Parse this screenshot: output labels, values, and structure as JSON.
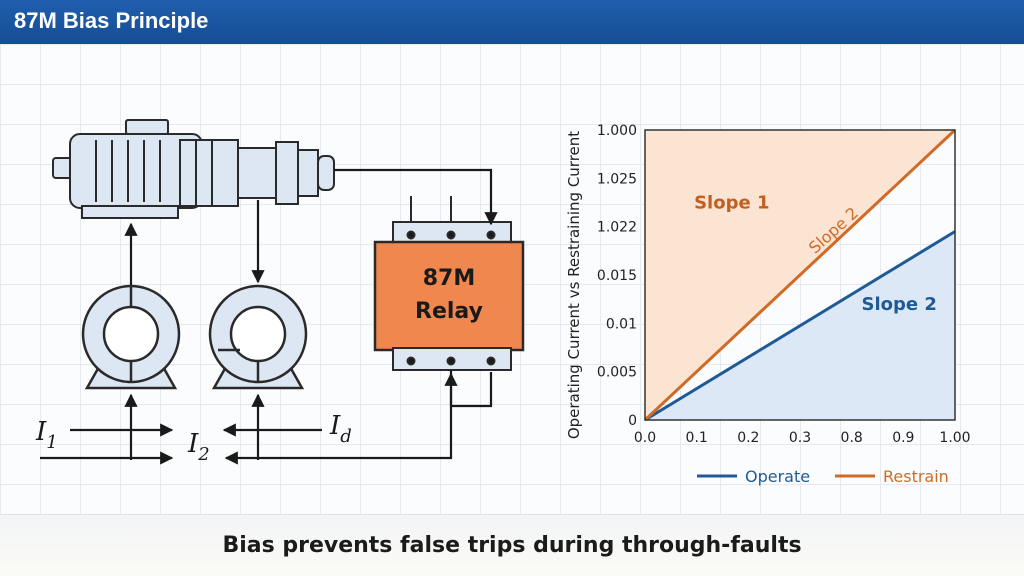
{
  "header": {
    "title": "87M Bias Principle"
  },
  "diagram": {
    "relay_line1": "87M",
    "relay_line2": "Relay",
    "current_labels": {
      "i1": {
        "sym": "I",
        "sub": "1"
      },
      "i2": {
        "sym": "I",
        "sub": "2"
      },
      "id": {
        "sym": "I",
        "sub": "d"
      }
    }
  },
  "chart_data": {
    "type": "line",
    "ylabel": "Operating Current vs Restraining Current",
    "xlabel": "",
    "x_tick_labels": [
      "0.0",
      "0.1",
      "0.2",
      "0.3",
      "0.8",
      "0.9",
      "1.00"
    ],
    "y_tick_labels": [
      "0",
      "0.005",
      "0.01",
      "0.015",
      "1.022",
      "1.025",
      "1.000"
    ],
    "x_range": [
      0,
      1
    ],
    "y_range": [
      0,
      1
    ],
    "series": [
      {
        "name": "Operate",
        "color": "#1f5a96",
        "x": [
          0,
          1
        ],
        "y": [
          0,
          0.65
        ]
      },
      {
        "name": "Restrain",
        "color": "#cf6b27",
        "x": [
          0,
          1
        ],
        "y": [
          0,
          1
        ]
      }
    ],
    "region_labels": {
      "upper": "Slope 1",
      "on_restrain_line": "Slope 2",
      "lower": "Slope 2"
    },
    "legend": {
      "placement": "bottom"
    },
    "grid": false
  },
  "footer": {
    "caption": "Bias prevents false trips during through-faults"
  },
  "colors": {
    "header": "#1b56a3",
    "equipment_fill": "#dde7f3",
    "equipment_stroke": "#2a2a2a",
    "relay_fill": "#f0874f",
    "restrain_region": "#fbe4d2",
    "operate_region": "#dce8f5"
  }
}
